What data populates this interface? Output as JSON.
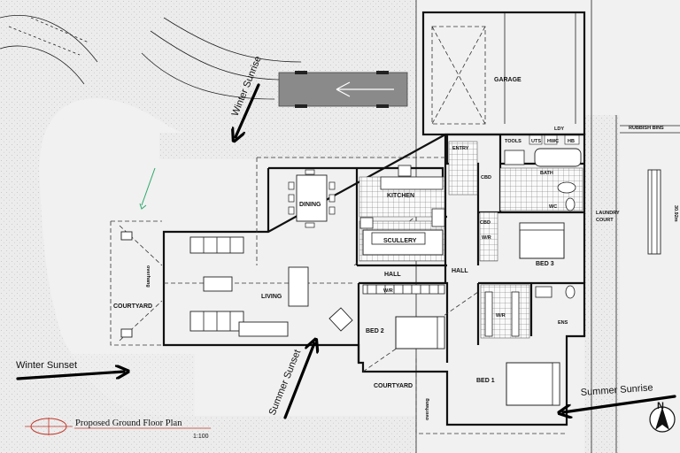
{
  "rooms": {
    "garage": "GARAGE",
    "entry": "ENTRY",
    "tools": "TOOLS",
    "ldy": "LDY",
    "cbd1": "CBD",
    "cbd2": "CBD",
    "bath": "BATH",
    "wc": "WC",
    "kitchen": "KITCHEN",
    "dining": "DINING",
    "scullery": "SCULLERY",
    "living": "LIVING",
    "hall1": "HALL",
    "hall2": "HALL",
    "wr1": "W/R",
    "wr2": "W/R",
    "wir": "W/R",
    "bed1": "BED 1",
    "bed2": "BED 2",
    "bed3": "BED 3",
    "ens": "ENS",
    "courtyard1": "COURTYARD",
    "courtyard2": "COURTYARD",
    "laundry": "LAUNDRY",
    "court": "COURT",
    "rubbish": "RUBBISH BINS",
    "overhang1": "overhang",
    "overhang2": "overhang",
    "dim": "30.92m",
    "bath_fix_1": "UTS",
    "bath_fix_2": "HWC",
    "bath_fix_3": "HB"
  },
  "directions": {
    "winter_sunrise": "Winter Sunrise",
    "winter_sunset": "Winter Sunset",
    "summer_sunset": "Summer Sunset",
    "summer_sunrise": "Summer Sunrise",
    "north": "N"
  },
  "title": {
    "main": "Proposed Ground Floor Plan",
    "scale": "1:100"
  },
  "colors": {
    "background": "#f1f1f1",
    "wall": "#111111",
    "car": "#8a8a8a",
    "title_circle": "#c0392b",
    "green_arrow": "#2aa86a"
  }
}
